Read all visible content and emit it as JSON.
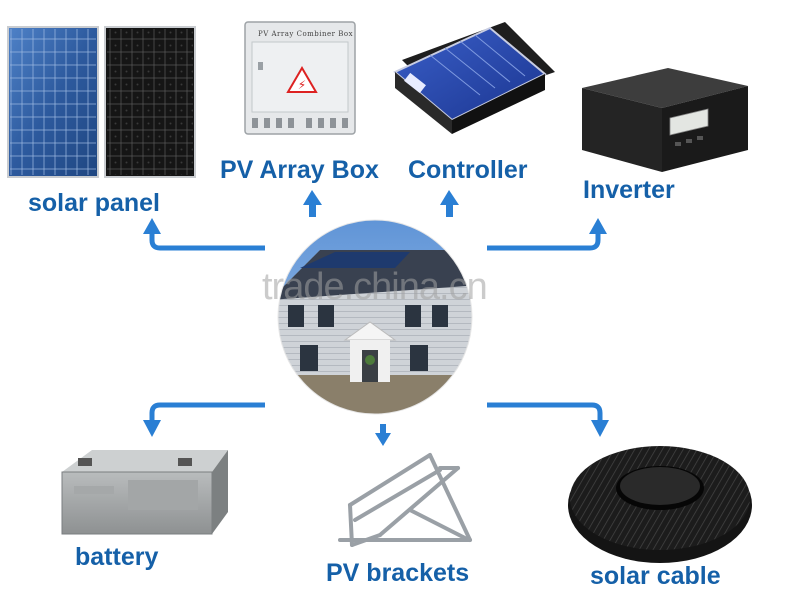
{
  "labels": {
    "solar_panel": "solar panel",
    "pv_array_box": "PV Array Box",
    "controller": "Controller",
    "inverter": "Inverter",
    "battery": "battery",
    "pv_brackets": "PV brackets",
    "solar_cable": "solar cable"
  },
  "combiner_box_title": "PV Array Combiner Box",
  "watermark": "trade.china.cn",
  "colors": {
    "label_text": "#1560a8",
    "arrow": "#2a7fd4",
    "panel_poly": "#2f5fa8",
    "panel_mono": "#141414"
  },
  "icons": {
    "house": "house-photo",
    "arrows": "flow-arrow"
  }
}
